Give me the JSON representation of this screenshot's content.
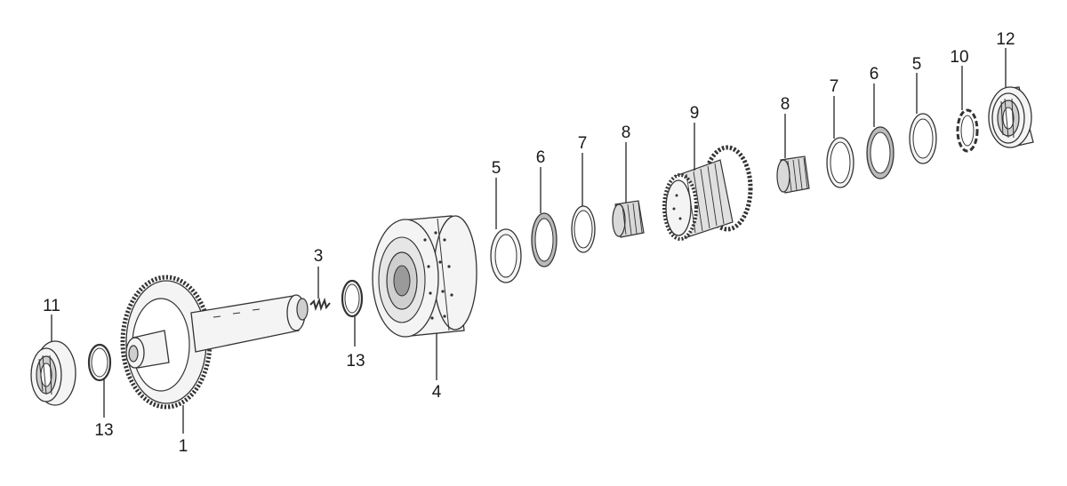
{
  "diagram": {
    "callouts": [
      {
        "id": "c11",
        "label": "11"
      },
      {
        "id": "c13a",
        "label": "13"
      },
      {
        "id": "c1",
        "label": "1"
      },
      {
        "id": "c3",
        "label": "3"
      },
      {
        "id": "c13b",
        "label": "13"
      },
      {
        "id": "c4",
        "label": "4"
      },
      {
        "id": "c5a",
        "label": "5"
      },
      {
        "id": "c6a",
        "label": "6"
      },
      {
        "id": "c7a",
        "label": "7"
      },
      {
        "id": "c8a",
        "label": "8"
      },
      {
        "id": "c9",
        "label": "9"
      },
      {
        "id": "c8b",
        "label": "8"
      },
      {
        "id": "c7b",
        "label": "7"
      },
      {
        "id": "c6b",
        "label": "6"
      },
      {
        "id": "c5b",
        "label": "5"
      },
      {
        "id": "c10",
        "label": "10"
      },
      {
        "id": "c12",
        "label": "12"
      }
    ]
  }
}
